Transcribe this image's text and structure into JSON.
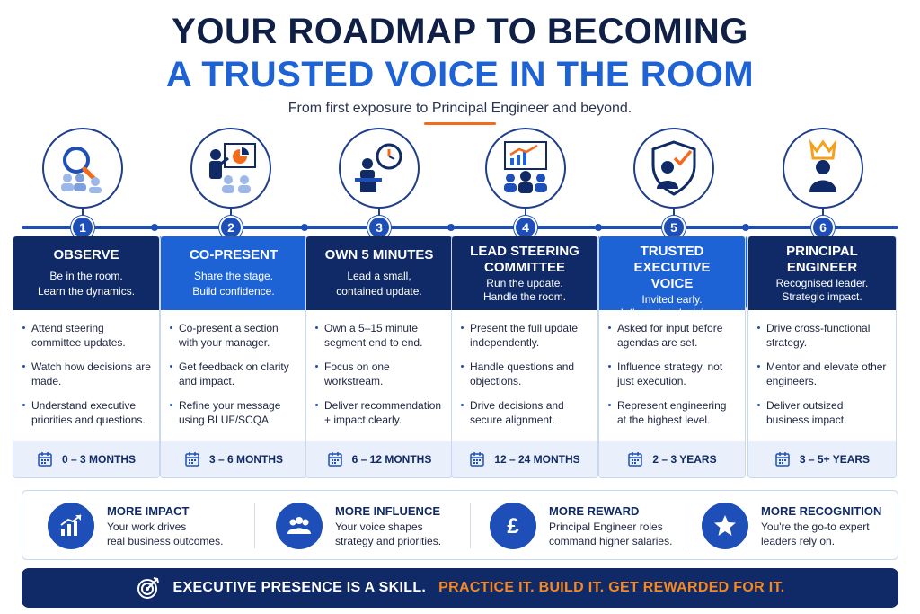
{
  "header": {
    "title_line1": "YOUR ROADMAP TO BECOMING",
    "title_line2": "A TRUSTED VOICE IN THE ROOM",
    "subtitle": "From first exposure to Principal Engineer and beyond."
  },
  "colors": {
    "navy": "#0f2a66",
    "blue": "#1e63d6",
    "accent_orange": "#f26b1d",
    "pale_blue": "#e9f0fb"
  },
  "stages": [
    {
      "number": "1",
      "icon": "magnifier-people-icon",
      "title": "OBSERVE",
      "desc_line1": "Be in the room.",
      "desc_line2": "Learn the dynamics.",
      "bullets": [
        "Attend steering committee updates.",
        "Watch how decisions are made.",
        "Understand executive priorities and questions."
      ],
      "duration": "0 – 3 MONTHS"
    },
    {
      "number": "2",
      "icon": "presenter-chart-icon",
      "title": "CO-PRESENT",
      "desc_line1": "Share the stage.",
      "desc_line2": "Build confidence.",
      "bullets": [
        "Co-present a section with your manager.",
        "Get feedback on clarity and impact.",
        "Refine your message using BLUF/SCQA."
      ],
      "duration": "3 – 6 MONTHS"
    },
    {
      "number": "3",
      "icon": "podium-clock-icon",
      "title": "OWN 5 MINUTES",
      "desc_line1": "Lead a small,",
      "desc_line2": "contained update.",
      "bullets": [
        "Own a 5–15 minute segment end to end.",
        "Focus on one workstream.",
        "Deliver recommendation + impact clearly."
      ],
      "duration": "6 – 12 MONTHS"
    },
    {
      "number": "4",
      "icon": "board-audience-icon",
      "title": "LEAD STEERING COMMITTEE",
      "desc_line1": "Run the update.",
      "desc_line2": "Handle the room.",
      "bullets": [
        "Present the full update independently.",
        "Handle questions and objections.",
        "Drive decisions and secure alignment."
      ],
      "duration": "12 – 24 MONTHS"
    },
    {
      "number": "5",
      "icon": "shield-person-icon",
      "title": "TRUSTED EXECUTIVE VOICE",
      "desc_line1": "Invited early.",
      "desc_line2": "Influencing decisions.",
      "bullets": [
        "Asked for input before agendas are set.",
        "Influence strategy, not just execution.",
        "Represent engineering at the highest level."
      ],
      "duration": "2 – 3 YEARS"
    },
    {
      "number": "6",
      "icon": "crown-person-icon",
      "title": "PRINCIPAL ENGINEER",
      "desc_line1": "Recognised leader.",
      "desc_line2": "Strategic impact.",
      "bullets": [
        "Drive cross-functional strategy.",
        "Mentor and elevate other engineers.",
        "Deliver outsized business impact."
      ],
      "duration": "3 – 5+ YEARS"
    }
  ],
  "benefits": [
    {
      "icon": "growth-chart-icon",
      "title": "MORE IMPACT",
      "line1": "Your work drives",
      "line2": "real business outcomes."
    },
    {
      "icon": "group-icon",
      "title": "MORE INFLUENCE",
      "line1": "Your voice shapes",
      "line2": "strategy and priorities."
    },
    {
      "icon": "pound-icon",
      "title": "MORE REWARD",
      "line1": "Principal Engineer roles",
      "line2": "command higher salaries."
    },
    {
      "icon": "star-icon",
      "title": "MORE RECOGNITION",
      "line1": "You're the go-to expert",
      "line2": "leaders rely on."
    }
  ],
  "banner": {
    "white_text": "EXECUTIVE PRESENCE IS A SKILL.",
    "orange_text": "PRACTICE IT. BUILD IT. GET REWARDED FOR IT."
  }
}
